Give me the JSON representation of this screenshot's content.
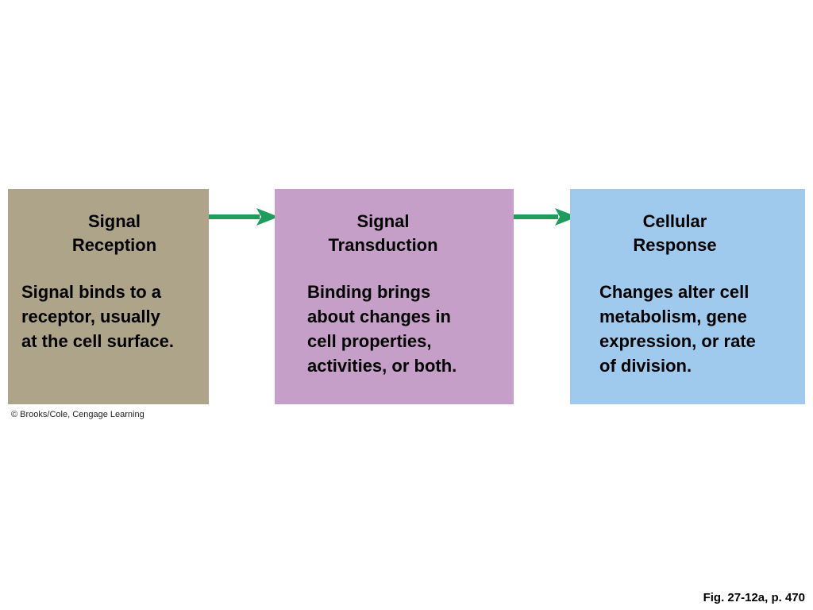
{
  "colors": {
    "reception": "#ada48a",
    "transduction": "#c59fc7",
    "response": "#9fcaee",
    "arrow": "#1f9b5c",
    "text": "#000000"
  },
  "stages": [
    {
      "title": [
        "Signal",
        "Reception"
      ],
      "description": [
        "Signal binds to a",
        "receptor, usually",
        "at the cell surface."
      ]
    },
    {
      "title": [
        "Signal",
        "Transduction"
      ],
      "description": [
        "Binding brings",
        "about changes in",
        "cell properties,",
        "activities, or both."
      ]
    },
    {
      "title": [
        "Cellular",
        "Response"
      ],
      "description": [
        "Changes alter cell",
        "metabolism, gene",
        "expression, or rate",
        "of division."
      ]
    }
  ],
  "arrow_icon": "right-arrow-icon",
  "credit": "© Brooks/Cole, Cengage Learning",
  "figure_ref": "Fig. 27-12a, p. 470"
}
